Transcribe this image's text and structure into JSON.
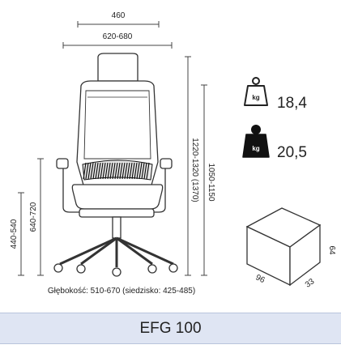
{
  "dimensions": {
    "top_width": "460",
    "seat_width": "620-680",
    "total_height": "1220-1320 (1370)",
    "frame_height": "1050-1150",
    "armrest_height": "640-720",
    "seat_height": "440-540",
    "depth": "Głębokość: 510-670 (siedzisko: 425-485)"
  },
  "weights": {
    "net_icon": "kg-weight-outline-icon",
    "net_unit": "kg",
    "net": "18,4",
    "gross_icon": "kg-weight-filled-icon",
    "gross_unit": "kg",
    "gross": "20,5"
  },
  "package": {
    "icon": "box-icon",
    "length": "96",
    "width": "33",
    "height": "64"
  },
  "footer": {
    "model": "EFG 100"
  }
}
